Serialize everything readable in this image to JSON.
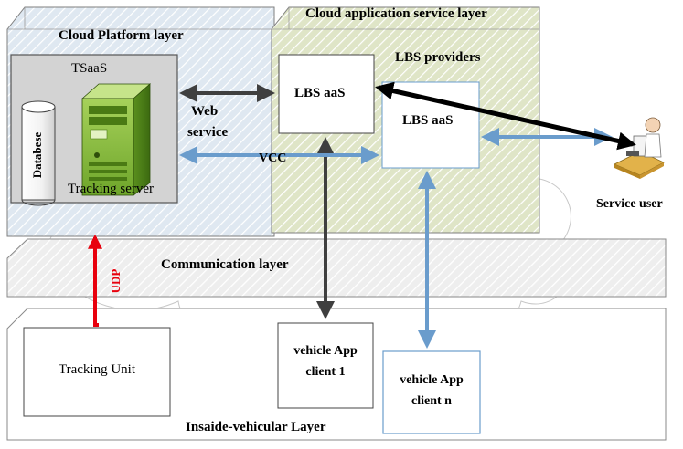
{
  "layers": {
    "cloud_platform": "Cloud Platform layer",
    "cloud_app_service": "Cloud application service layer",
    "communication": "Communication layer",
    "inside_vehicular": "Insaide-vehicular Layer"
  },
  "tsaas": {
    "title": "TSaaS",
    "database": "Databese",
    "server": "Tracking server"
  },
  "lbs": {
    "providers": "LBS providers",
    "aas_1": "LBS aaS",
    "aas_2": "LBS aaS"
  },
  "links": {
    "web_service_line1": "Web",
    "web_service_line2": "service",
    "vcc": "VCC",
    "udp": "UDP"
  },
  "vehicle": {
    "tracking_unit": "Tracking Unit",
    "app1_line1": "vehicle App",
    "app1_line2": "client 1",
    "appn_line1": "vehicle App",
    "appn_line2": "client n"
  },
  "service_user": "Service user",
  "colors": {
    "dark_arrow": "#3f3f3f",
    "blue_arrow": "#6a9ccc",
    "udp_arrow": "#e8000d",
    "platform_fill": "#dfe8f1",
    "app_layer_fill": "#dfe5c7"
  },
  "icons": [
    "database-icon",
    "server-icon",
    "service-user-icon"
  ]
}
